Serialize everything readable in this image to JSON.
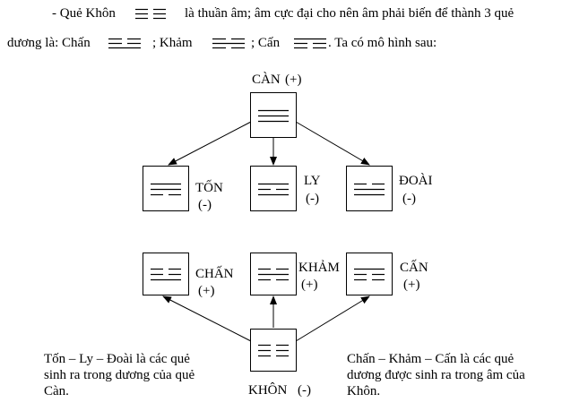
{
  "intro": {
    "p1": "- Quẻ Khôn",
    "p2": "là thuần âm; âm cực đại cho nên âm phải biến để thành 3 quẻ",
    "p3": "dương là: Chấn",
    "p4": "; Khảm",
    "p5": "; Cấn",
    "p6": ". Ta có mô hình sau:"
  },
  "nodes": {
    "can_label": "CÀN",
    "can_sign": "(+)",
    "ton_label": "TỐN",
    "ton_sign": "(-)",
    "ly_label": "LY",
    "ly_sign": "(-)",
    "doai_label": "ĐOÀI",
    "doai_sign": "(-)",
    "chan_label": "CHẤN",
    "chan_sign": "(+)",
    "kham_label": "KHẢM",
    "kham_sign": "(+)",
    "can2_label": "CẤN",
    "can2_sign": "(+)",
    "khon_label": "KHÔN",
    "khon_sign": "(-)"
  },
  "notes": {
    "left": "Tốn – Ly – Đoài là các quẻ sinh ra trong dương của quẻ Càn.",
    "right": "Chấn – Khảm – Cấn là các quẻ dương được sinh ra trong âm của Khôn."
  },
  "trigrams": {
    "inline_khon": [
      0,
      0,
      0
    ],
    "inline_chan": [
      0,
      0,
      1
    ],
    "inline_kham": [
      0,
      1,
      0
    ],
    "inline_can2": [
      1,
      0,
      0
    ],
    "can": [
      1,
      1,
      1
    ],
    "ton": [
      1,
      1,
      0
    ],
    "ly": [
      1,
      0,
      1
    ],
    "doai": [
      0,
      1,
      1
    ],
    "chan": [
      0,
      0,
      1
    ],
    "kham": [
      0,
      1,
      0
    ],
    "can2": [
      1,
      0,
      0
    ],
    "khon": [
      0,
      0,
      0
    ]
  }
}
